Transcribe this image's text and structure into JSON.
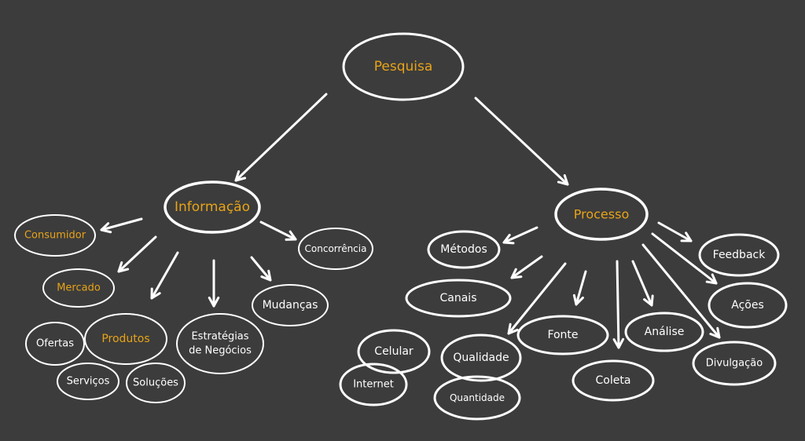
{
  "colors": {
    "background": "#3c3c3c",
    "line": "#ffffff",
    "text_default": "#ffffff",
    "text_highlight": "#e8a317"
  },
  "nodes": {
    "pesquisa": {
      "label": "Pesquisa",
      "highlight": true
    },
    "informacao": {
      "label": "Informação",
      "highlight": true
    },
    "processo": {
      "label": "Processo",
      "highlight": true
    },
    "consumidor": {
      "label": "Consumidor",
      "highlight": true
    },
    "mercado": {
      "label": "Mercado",
      "highlight": true
    },
    "produtos": {
      "label": "Produtos",
      "highlight": true
    },
    "ofertas": {
      "label": "Ofertas",
      "highlight": false
    },
    "servicos": {
      "label": "Serviços",
      "highlight": false
    },
    "solucoes": {
      "label": "Soluções",
      "highlight": false
    },
    "estrategias": {
      "label": "Estratégias de Negócios",
      "highlight": false
    },
    "mudancas": {
      "label": "Mudanças",
      "highlight": false
    },
    "concorrencia": {
      "label": "Concorrência",
      "highlight": false
    },
    "metodos": {
      "label": "Métodos",
      "highlight": false
    },
    "canais": {
      "label": "Canais",
      "highlight": false
    },
    "celular": {
      "label": "Celular",
      "highlight": false
    },
    "internet": {
      "label": "Internet",
      "highlight": false
    },
    "qualidade": {
      "label": "Qualidade",
      "highlight": false
    },
    "quantidade": {
      "label": "Quantidade",
      "highlight": false
    },
    "fonte": {
      "label": "Fonte",
      "highlight": false
    },
    "coleta": {
      "label": "Coleta",
      "highlight": false
    },
    "analise": {
      "label": "Análise",
      "highlight": false
    },
    "divulgacao": {
      "label": "Divulgação",
      "highlight": false
    },
    "acoes": {
      "label": "Ações",
      "highlight": false
    },
    "feedback": {
      "label": "Feedback",
      "highlight": false
    }
  },
  "edges": [
    {
      "from": "pesquisa",
      "to": "informacao"
    },
    {
      "from": "pesquisa",
      "to": "processo"
    },
    {
      "from": "informacao",
      "to": "consumidor"
    },
    {
      "from": "informacao",
      "to": "mercado"
    },
    {
      "from": "informacao",
      "to": "produtos"
    },
    {
      "from": "informacao",
      "to": "estrategias"
    },
    {
      "from": "informacao",
      "to": "mudancas"
    },
    {
      "from": "informacao",
      "to": "concorrencia"
    },
    {
      "from": "processo",
      "to": "metodos"
    },
    {
      "from": "processo",
      "to": "canais"
    },
    {
      "from": "processo",
      "to": "qualidade"
    },
    {
      "from": "processo",
      "to": "fonte"
    },
    {
      "from": "processo",
      "to": "coleta"
    },
    {
      "from": "processo",
      "to": "analise"
    },
    {
      "from": "processo",
      "to": "divulgacao"
    },
    {
      "from": "processo",
      "to": "acoes"
    },
    {
      "from": "processo",
      "to": "feedback"
    }
  ]
}
